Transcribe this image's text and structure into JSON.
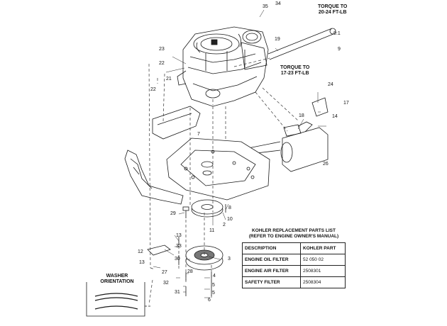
{
  "callouts": [
    "35",
    "34",
    "19",
    "23",
    "22",
    "21",
    "22",
    "7",
    "9",
    "24",
    "17",
    "18",
    "14",
    "26",
    "8",
    "10",
    "29",
    "11",
    "2",
    "13",
    "33",
    "12",
    "13",
    "30",
    "3",
    "27",
    "28",
    "4",
    "32",
    "5",
    "5",
    "31",
    "6",
    "9:1",
    "14"
  ],
  "torque_top": {
    "line1": "TORQUE TO",
    "line2": "20-24 FT-LB"
  },
  "torque_mid": {
    "line1": "TORQUE TO",
    "line2": "17-23 FT-LB"
  },
  "washer": {
    "line1": "WASHER",
    "line2": "ORIENTATION"
  },
  "parts_list": {
    "title1": "KOHLER REPLACEMENT PARTS LIST",
    "title2": "(REFER TO ENGINE OWNER'S MANUAL)",
    "headers": [
      "DESCRIPTION",
      "KOHLER PART"
    ],
    "rows": [
      [
        "ENGINE OIL FILTER",
        "52 050 02"
      ],
      [
        "ENGINE AIR FILTER",
        "2508301"
      ],
      [
        "SAFETY FILTER",
        "2508304"
      ]
    ]
  }
}
